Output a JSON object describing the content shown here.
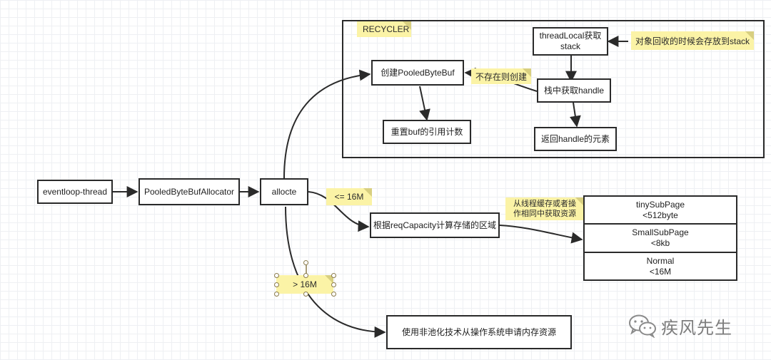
{
  "diagram": {
    "start_node": "eventloop-thread",
    "allocator_node": "PooledByteBufAllocator",
    "allocate_node": "allocte",
    "recycler": {
      "title": "RECYCLER",
      "thread_local_node": "threadLocal获取\nstack",
      "create_node": "创建PooledByteBuf",
      "stack_handle_node": "栈中获取handle",
      "reset_node": "重置buf的引用计数",
      "return_node": "返回handle的元素",
      "note_not_exist": "不存在则创建",
      "note_recycle": "对象回收的时候会存放到stack"
    },
    "small_branch": {
      "condition": "<= 16M",
      "compute_node": "根据reqCapacity计算存储的区域",
      "note_cache": "从线程缓存或者操\n作相同中获取资源",
      "size_classes": [
        {
          "name": "tinySubPage",
          "limit": "<512byte"
        },
        {
          "name": "SmallSubPage",
          "limit": "<8kb"
        },
        {
          "name": "Normal",
          "limit": "<16M"
        }
      ]
    },
    "large_branch": {
      "condition": "> 16M",
      "unpooled_node": "使用非池化技术从操作系统申请内存资源"
    }
  },
  "watermark": {
    "text": "疾风先生",
    "icon": "wechat-icon"
  },
  "colors": {
    "note_fill": "#fbf3a6",
    "stroke": "#2a2a2a",
    "canvas_grid": "#eef0f3"
  }
}
